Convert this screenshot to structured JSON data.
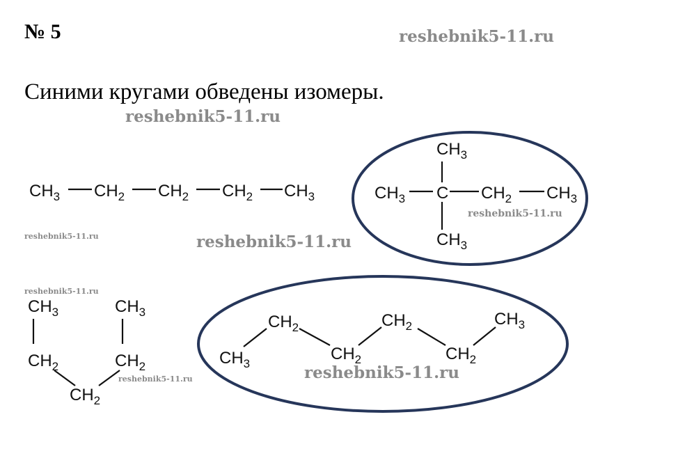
{
  "problem_number": "№ 5",
  "statement": "Синими кругами обведены изомеры.",
  "watermark": "reshebnik5-11.ru",
  "colors": {
    "ellipse": "#26365a",
    "watermark": "#8a8a8a"
  },
  "molecules": {
    "m1": [
      {
        "main": "CH",
        "sub": "3"
      },
      {
        "main": "CH",
        "sub": "2"
      },
      {
        "main": "CH",
        "sub": "2"
      },
      {
        "main": "CH",
        "sub": "2"
      },
      {
        "main": "CH",
        "sub": "3"
      }
    ],
    "m2": [
      {
        "main": "CH",
        "sub": "3"
      },
      {
        "main": "C",
        "sub": ""
      },
      {
        "main": "CH",
        "sub": "2"
      },
      {
        "main": "CH",
        "sub": "3"
      },
      {
        "main": "CH",
        "sub": "3"
      },
      {
        "main": "CH",
        "sub": "3"
      }
    ],
    "m3": [
      {
        "main": "CH",
        "sub": "3"
      },
      {
        "main": "CH",
        "sub": "2"
      },
      {
        "main": "CH",
        "sub": "2"
      },
      {
        "main": "CH",
        "sub": "2"
      },
      {
        "main": "CH",
        "sub": "3"
      }
    ],
    "m4": [
      {
        "main": "CH",
        "sub": "3"
      },
      {
        "main": "CH",
        "sub": "2"
      },
      {
        "main": "CH",
        "sub": "2"
      },
      {
        "main": "CH",
        "sub": "2"
      },
      {
        "main": "CH",
        "sub": "2"
      },
      {
        "main": "CH",
        "sub": "3"
      }
    ]
  }
}
